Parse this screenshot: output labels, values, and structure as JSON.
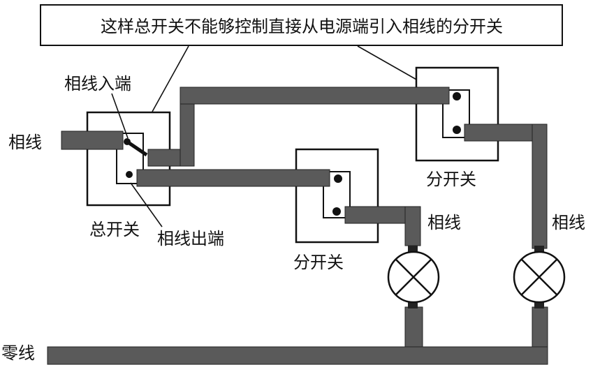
{
  "title": "这样总开关不能够控制直接从电源端引入相线的分开关",
  "labels": {
    "phase_left": "相线",
    "phase_in": "相线入端",
    "phase_out": "相线出端",
    "main_switch": "总开关",
    "branch_switch_top": "分开关",
    "branch_switch_mid": "分开关",
    "phase_lamp1": "相线",
    "phase_lamp2": "相线",
    "neutral": "零线"
  },
  "colors": {
    "wire": "#5a5a5a",
    "wire_dark": "#222222",
    "line": "#111111",
    "background": "#ffffff"
  },
  "icons": {
    "lamp": "lamp-icon",
    "switch": "switch-icon"
  }
}
